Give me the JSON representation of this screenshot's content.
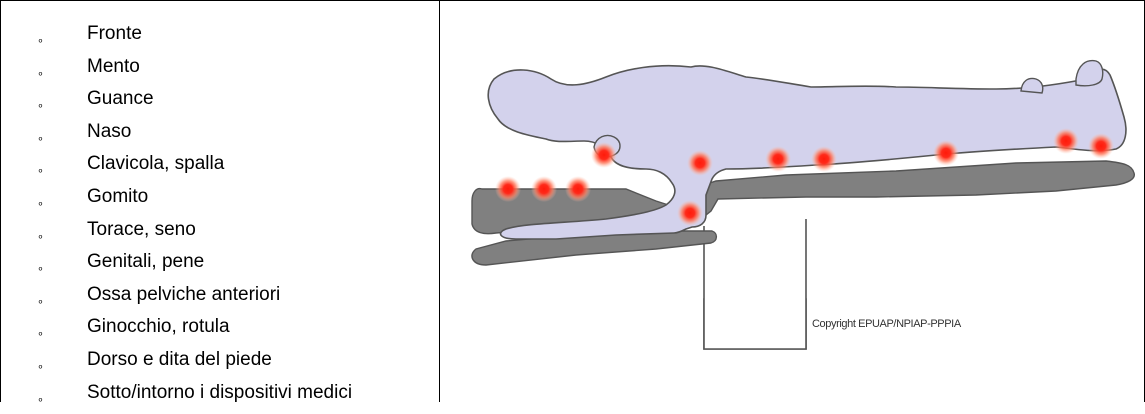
{
  "pressure_sites": [
    "Fronte",
    "Mento",
    "Guance",
    "Naso",
    "Clavicola, spalla",
    "Gomito",
    "Torace, seno",
    "Genitali, pene",
    "Ossa pelviche anteriori",
    "Ginocchio, rotula",
    "Dorso e dita del piede",
    "Sotto/intorno i dispositivi medici"
  ],
  "bullet_glyph": "∘",
  "figure": {
    "copyright": "Copyright EPUAP/NPIAP-PPPIA",
    "colors": {
      "body": "#d3d2ec",
      "outline": "#555555",
      "table": "#808080",
      "pressure_point": "#ff2a1a"
    }
  }
}
